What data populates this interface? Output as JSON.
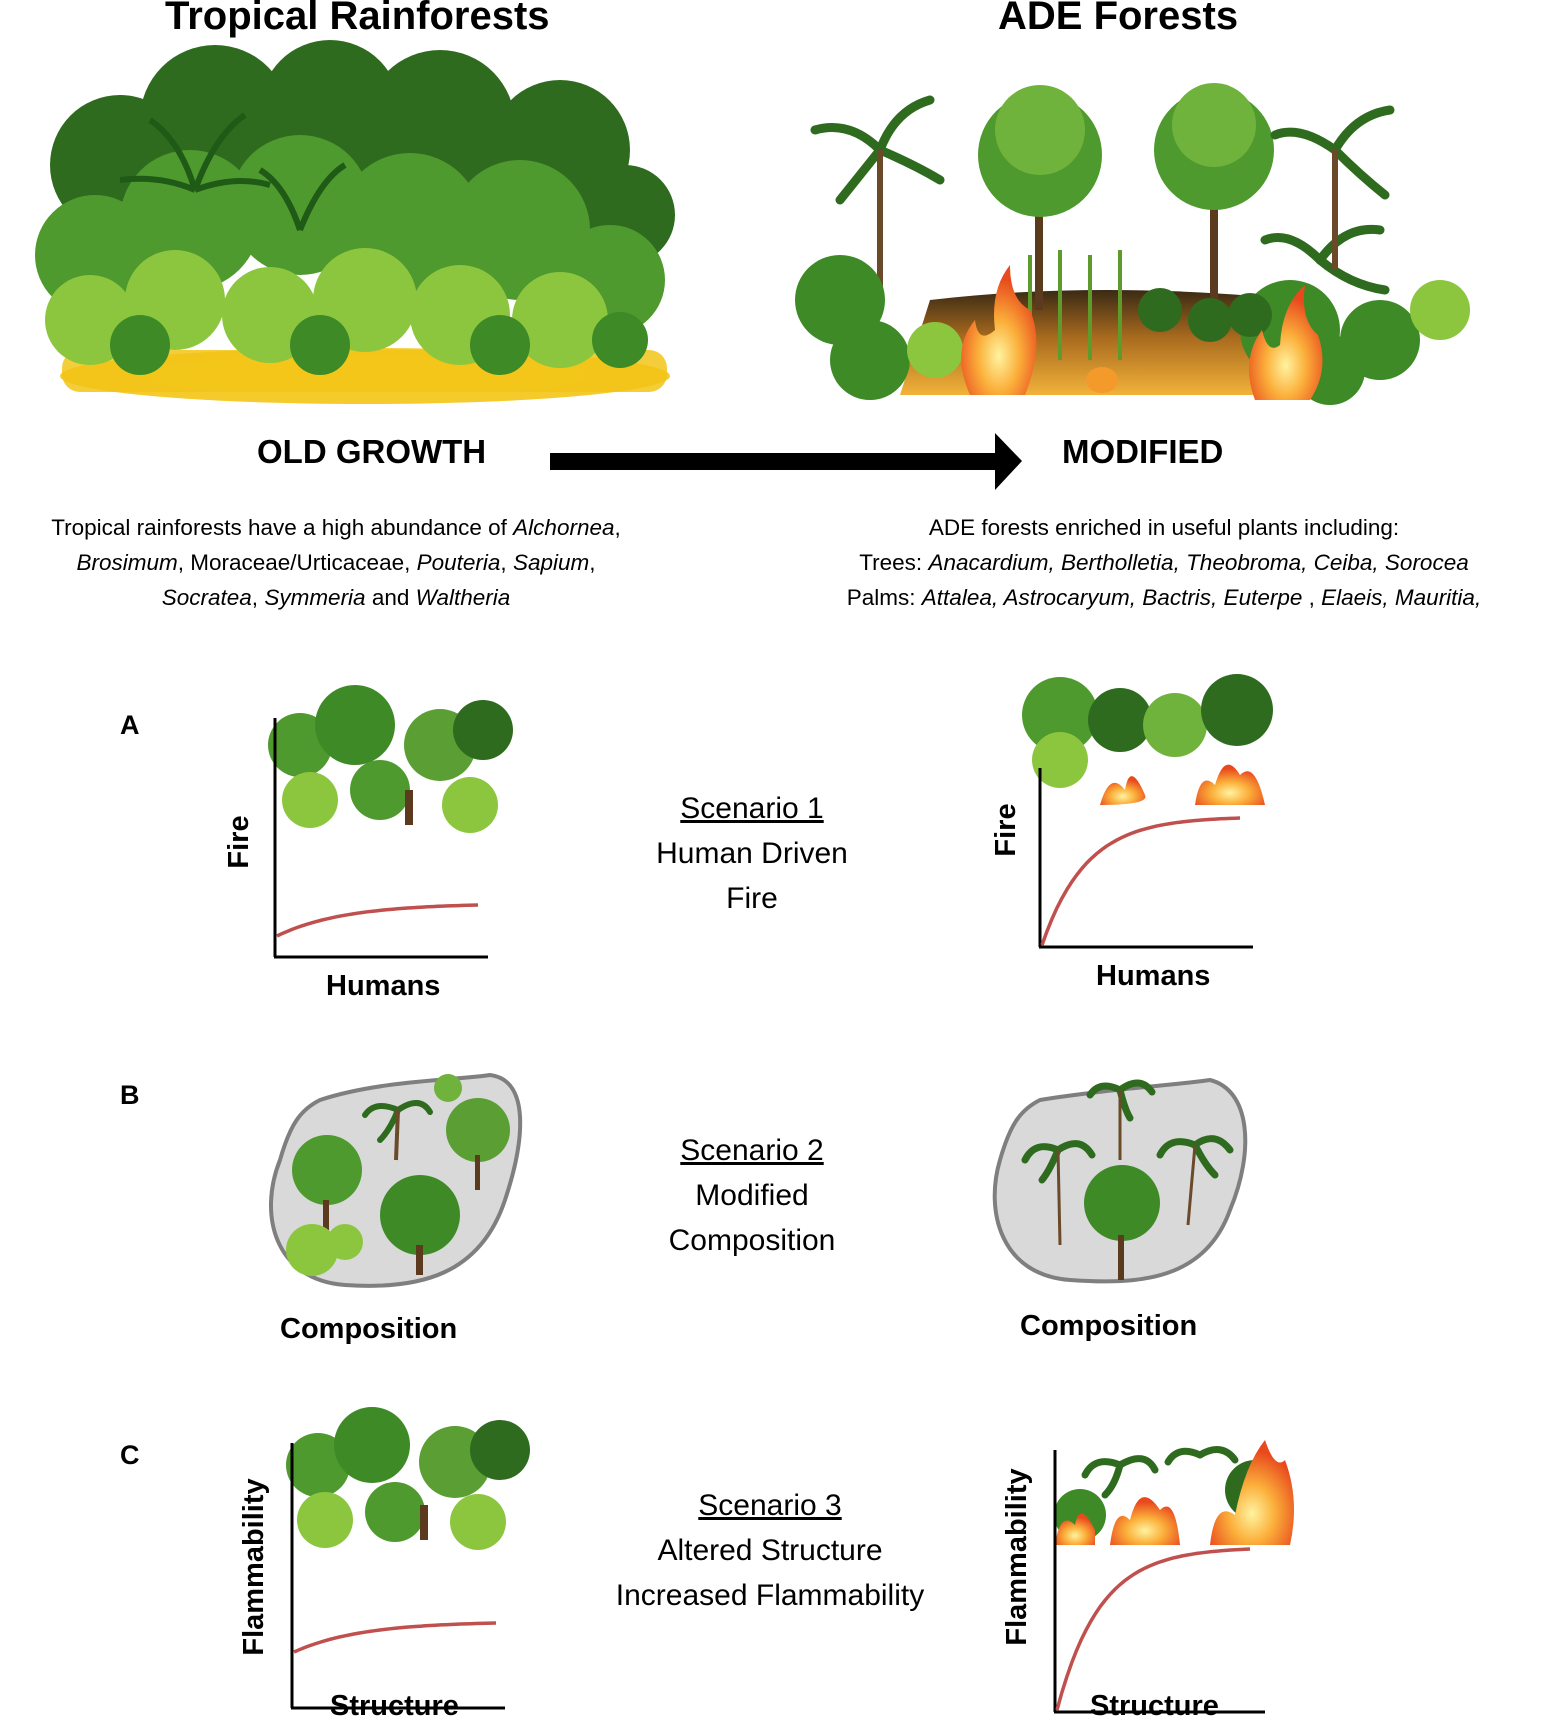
{
  "header": {
    "left_title": "Tropical Rainforests",
    "right_title": "ADE Forests",
    "left_state": "OLD GROWTH",
    "right_state": "MODIFIED"
  },
  "left_desc": {
    "line1_prefix": "Tropical rainforests have a high abundance of ",
    "line1_it": "Alchornea",
    "line1_suffix": ",",
    "line2_it1": "Brosimum",
    "line2_mid": ", Moraceae/Urticaceae, ",
    "line2_it2": "Pouteria",
    "line2_sep": ", ",
    "line2_it3": "Sapium",
    "line2_end": ",",
    "line3_it1": "Socratea",
    "line3_sep": ", ",
    "line3_it2": "Symmeria",
    "line3_mid": " and ",
    "line3_it3": "Waltheria"
  },
  "right_desc": {
    "line1": "ADE forests  enriched in useful plants including:",
    "line2_prefix": "Trees: ",
    "line2_it": "Anacardium, Bertholletia, Theobroma, Ceiba, Sorocea",
    "line3_prefix": "Palms: ",
    "line3_it1": "Attalea,  Astrocaryum, Bactris, Euterpe",
    "line3_sep": " , ",
    "line3_it2": "Elaeis, Mauritia,"
  },
  "panels": {
    "a": "A",
    "b": "B",
    "c": "C"
  },
  "scenario1": {
    "title": "Scenario 1",
    "line1": "Human Driven",
    "line2": "Fire"
  },
  "scenario2": {
    "title": "Scenario 2",
    "line1": "Modified",
    "line2": "Composition"
  },
  "scenario3": {
    "title": "Scenario 3",
    "line1": "Altered Structure",
    "line2": "Increased Flammability"
  },
  "axes": {
    "fire": "Fire",
    "humans": "Humans",
    "composition": "Composition",
    "flammability": "Flammability",
    "structure": "Structure"
  },
  "colors": {
    "curve": "#c0504d",
    "blob_fill": "#d9d9d9",
    "blob_stroke": "#7f7f7f",
    "soil": "#f2c417",
    "leaf_dark": "#2f6b1f",
    "leaf_mid": "#4f9a2e",
    "leaf_light": "#8cc63f",
    "fire": "#f7941d"
  }
}
